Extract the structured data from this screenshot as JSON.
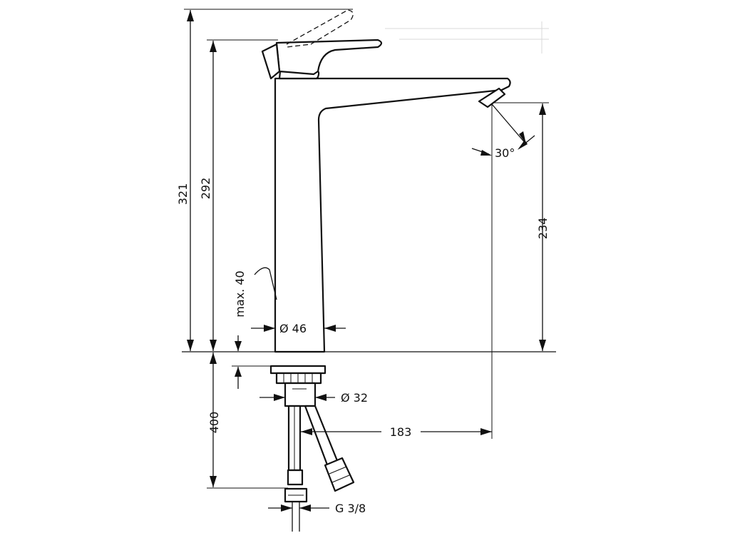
{
  "dimensions": {
    "total_height": "321",
    "lever_height": "292",
    "spout_height": "234",
    "max_deck": "max. 40",
    "body_diameter": "Ø 46",
    "shank_diameter": "Ø 32",
    "projection": "183",
    "hose_depth": "400",
    "thread": "G 3/8",
    "spout_angle": "30°"
  },
  "colors": {
    "line": "#111111",
    "background": "#ffffff"
  }
}
